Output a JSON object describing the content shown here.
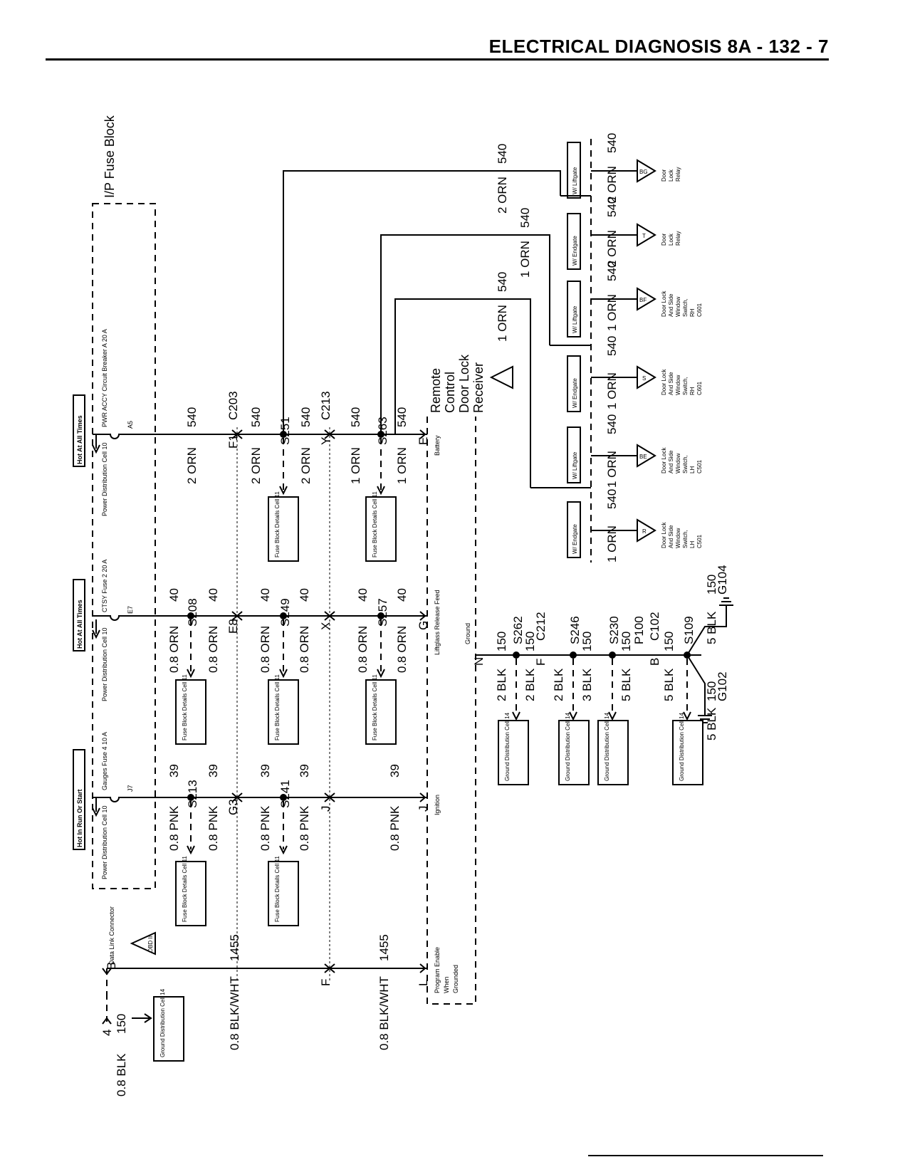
{
  "header": {
    "title": "ELECTRICAL DIAGNOSIS 8A - 132 - 7"
  },
  "fuse_block": {
    "name": "I/P Fuse Block"
  },
  "hot_labels": {
    "run_start": "Hot In Run Or Start",
    "all_times": "Hot At All Times"
  },
  "fuses": {
    "gauges": "Gauges Fuse 4 10 A",
    "ctsy": "CTSY Fuse 2 20 A",
    "pwr_accy": "PWR ACCY Circuit Breaker A 20 A",
    "gauges_pin": "J7",
    "ctsy_pin": "E7",
    "pwr_pin": "A5"
  },
  "power_distribution": "Power Distribution Cell 10",
  "fuse_block_details": "Fuse Block Details Cell 11",
  "ground_distribution": "Ground Distribution Cell 14",
  "dlc": {
    "name": "Data Link Connector",
    "pin": "B",
    "ground_pin": "4",
    "ground_wire": "0.8 BLK",
    "ground_circuit": "150",
    "badge": "OBD II"
  },
  "wires": {
    "pnk": "0.8 PNK",
    "pnk_circ": "39",
    "orn08": "0.8 ORN",
    "orn_circ40": "40",
    "orn2": "2 ORN",
    "orn1": "1 ORN",
    "circ540": "540",
    "blkwht": "0.8 BLK/WHT",
    "circ1455": "1455",
    "blk2": "2 BLK",
    "blk3": "3 BLK",
    "blk5": "5 BLK",
    "circ150": "150"
  },
  "splices": {
    "S213": "S213",
    "S241": "S241",
    "S208": "S208",
    "S249": "S249",
    "S257": "S257",
    "S251": "S251",
    "S263": "S263",
    "S262": "S262",
    "S246": "S246",
    "S230": "S230",
    "S109": "S109"
  },
  "connectors": {
    "G3": "G3",
    "J": "J",
    "E8": "E8",
    "X": "X",
    "G": "G",
    "F1": "F1",
    "Y": "Y",
    "E": "E",
    "F": "F",
    "L": "L",
    "C203": "C203",
    "C213": "C213",
    "C212": "C212",
    "C102": "C102",
    "P100": "P100",
    "N": "N",
    "B": "B",
    "Fc": "F"
  },
  "grounds": {
    "G102": "G102",
    "G104": "G104"
  },
  "module": {
    "name1": "Remote",
    "name2": "Control",
    "name3": "Door Lock",
    "name4": "Receiver"
  },
  "module_pins": {
    "ignition": "Ignition",
    "battery": "Battery",
    "liftglass": "Liftglass Release Feed",
    "ground": "Ground",
    "program1": "Program Enable",
    "program2": "When",
    "program3": "Grounded"
  },
  "options": {
    "endgate": "W/ Endgate",
    "liftgate": "W/ Liftgate"
  },
  "loads": {
    "R": {
      "label": "R",
      "l1": "Door Lock",
      "l2": "And Side",
      "l3": "Window",
      "l4": "Switch,",
      "l5": "LH",
      "l6": "C501"
    },
    "BE": {
      "label": "BE",
      "l1": "Door Lock",
      "l2": "And Side",
      "l3": "Window",
      "l4": "Switch,",
      "l5": "LH",
      "l6": "C501"
    },
    "S": {
      "label": "S",
      "l1": "Door Lock",
      "l2": "And Side",
      "l3": "Window",
      "l4": "Switch,",
      "l5": "RH",
      "l6": "C601"
    },
    "BF": {
      "label": "BF",
      "l1": "Door Lock",
      "l2": "And Side",
      "l3": "Window",
      "l4": "Switch,",
      "l5": "RH",
      "l6": "C601"
    },
    "T": {
      "label": "T",
      "l1": "Door",
      "l2": "Lock",
      "l3": "Relay"
    },
    "BG": {
      "label": "BG",
      "l1": "Door",
      "l2": "Lock",
      "l3": "Relay"
    }
  }
}
